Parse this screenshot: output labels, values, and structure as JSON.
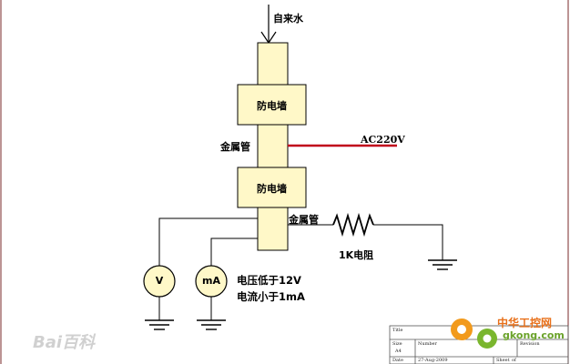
{
  "labels": {
    "tap_water": "自来水",
    "wall_top": "防电墙",
    "wall_bottom": "防电墙",
    "metal_pipe_upper": "金属管",
    "metal_pipe_lower": "金属管",
    "ac_source": "AC220V",
    "resistor": "1K电阻",
    "voltage_note": "电压低于12V",
    "current_note": "电流小于1mA"
  },
  "meters": {
    "voltmeter": "V",
    "ammeter": "mA"
  },
  "title_block": {
    "title_label": "Title",
    "size_label": "Size",
    "size_value": "A4",
    "number_label": "Number",
    "revision_label": "Revision",
    "date_label": "Date",
    "date_value": "27-Aug-2009",
    "sheet_label": "Sheet",
    "sheet_value": "of"
  },
  "watermarks": {
    "baidu": "Bai百科",
    "gkong_cn": "中华工控网",
    "gkong_url": "gkong.com"
  },
  "colors": {
    "box_fill": "#fff8c8",
    "ac_line": "#c0001a",
    "frame": "#7a2a2a"
  }
}
